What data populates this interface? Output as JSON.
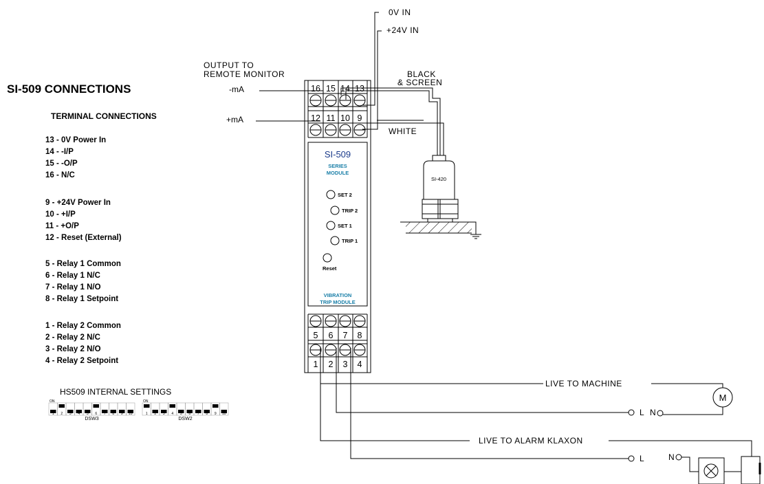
{
  "title": "SI-509 CONNECTIONS",
  "terminal_heading": "TERMINAL CONNECTIONS",
  "terminal_groups": [
    [
      "13 - 0V Power In",
      "14 - -I/P",
      "15 - -O/P",
      "16 - N/C"
    ],
    [
      "9 - +24V Power In",
      "10 - +I/P",
      "11 - +O/P",
      "12 - Reset (External)"
    ],
    [
      "5 - Relay 1 Common",
      "6 - Relay 1 N/C",
      "7 - Relay 1 N/O",
      "8 - Relay 1 Setpoint"
    ],
    [
      "1 - Relay 2 Common",
      "2 - Relay 2 N/C",
      "3 - Relay 2 N/O",
      "4 - Relay 2 Setpoint"
    ]
  ],
  "internal_settings": {
    "heading": "HS509 INTERNAL SETTINGS",
    "on_label": "ON",
    "switches": [
      {
        "name": "DSW3",
        "numbers": [
          "1",
          "2",
          "3",
          "4",
          "5",
          "6",
          "7",
          "8",
          "9",
          "10"
        ],
        "on": [
          false,
          true,
          false,
          false,
          false,
          true,
          false,
          false,
          false,
          false
        ]
      },
      {
        "name": "DSW2",
        "numbers": [
          "1",
          "2",
          "3",
          "4",
          "5",
          "6",
          "7",
          "8",
          "9",
          "10"
        ],
        "on": [
          true,
          false,
          false,
          true,
          false,
          false,
          false,
          false,
          true,
          false
        ]
      }
    ]
  },
  "power": {
    "zero_v": "0V IN",
    "plus_24v": "+24V IN"
  },
  "output_label": {
    "line1": "OUTPUT TO",
    "line2": "REMOTE MONITOR",
    "minus": "-mA",
    "plus": "+mA"
  },
  "cable_labels": {
    "black": "BLACK",
    "screen": "& SCREEN",
    "white": "WHITE"
  },
  "module": {
    "name": "SI-509",
    "series_line1": "SERIES",
    "series_line2": "MODULE",
    "set2": "SET 2",
    "trip2": "TRIP 2",
    "set1": "SET 1",
    "trip1": "TRIP 1",
    "reset": "Reset",
    "footer_line1": "VIBRATION",
    "footer_line2": "TRIP MODULE",
    "top_terminals_row1": [
      "16",
      "15",
      "14",
      "13"
    ],
    "top_terminals_row2": [
      "12",
      "11",
      "10",
      "9"
    ],
    "bottom_terminals_row1": [
      "5",
      "6",
      "7",
      "8"
    ],
    "bottom_terminals_row2": [
      "1",
      "2",
      "3",
      "4"
    ]
  },
  "sensor": {
    "name": "SI-420"
  },
  "machine_circuit": {
    "live": "LIVE TO MACHINE",
    "l": "L",
    "n": "N",
    "motor": "M"
  },
  "alarm_circuit": {
    "live": "LIVE TO ALARM KLAXON",
    "l": "L",
    "n": "N"
  },
  "colors": {
    "module_text": "#1a3a8a",
    "accent": "#1a7fa8",
    "line": "#000000"
  }
}
